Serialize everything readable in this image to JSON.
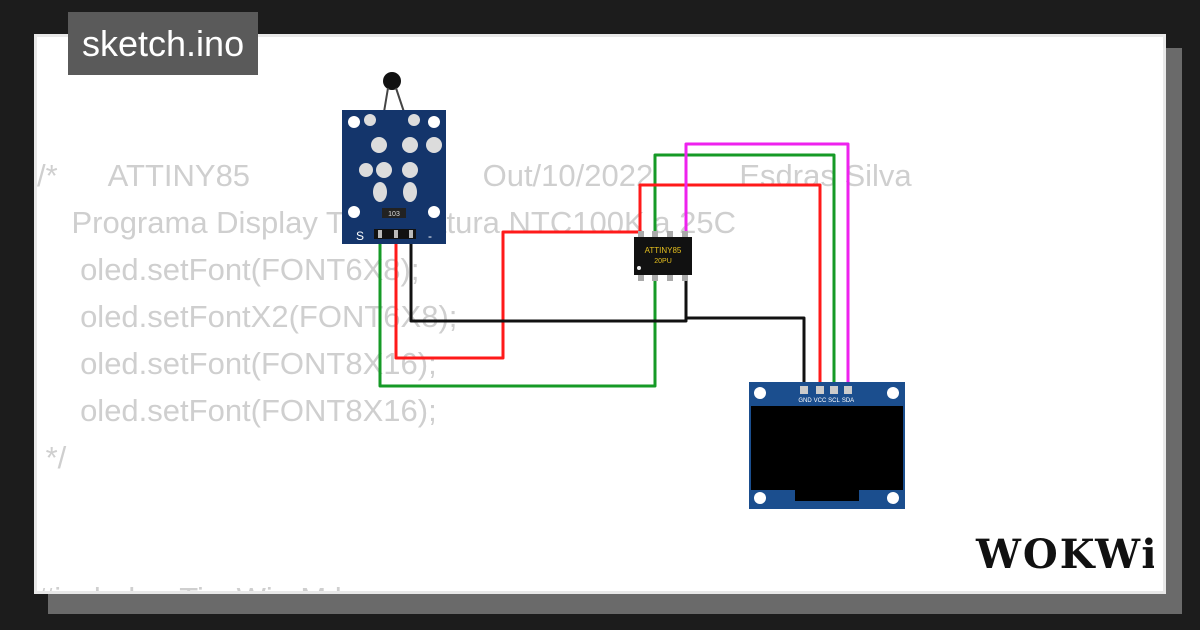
{
  "file_tab": {
    "label": "sketch.ino"
  },
  "code_lines": [
    "/*      ATTINY85                           Out/10/2022          Esdras Silva",
    "    Programa Display Temperatura NTC100K a 25C",
    "     oled.setFont(FONT6X8);",
    "     oled.setFontX2(FONT6X8);",
    "     oled.setFont(FONT8X16);",
    "     oled.setFont(FONT8X16);",
    " */",
    "",
    "#include <TinyWireM.h>"
  ],
  "components": {
    "ntc_module": {
      "resistor_code": "103",
      "pin_s": "S",
      "pin_minus": "-"
    },
    "attiny": {
      "line1": "ATTINY85",
      "line2": "20PU"
    },
    "oled": {
      "pins": [
        "GND",
        "VCC",
        "SCL",
        "SDA"
      ]
    }
  },
  "wire_colors": {
    "red": "#ff1a1a",
    "green": "#159a26",
    "black": "#111111",
    "magenta": "#ee22ee"
  },
  "logo": {
    "text": "WOKWi"
  }
}
